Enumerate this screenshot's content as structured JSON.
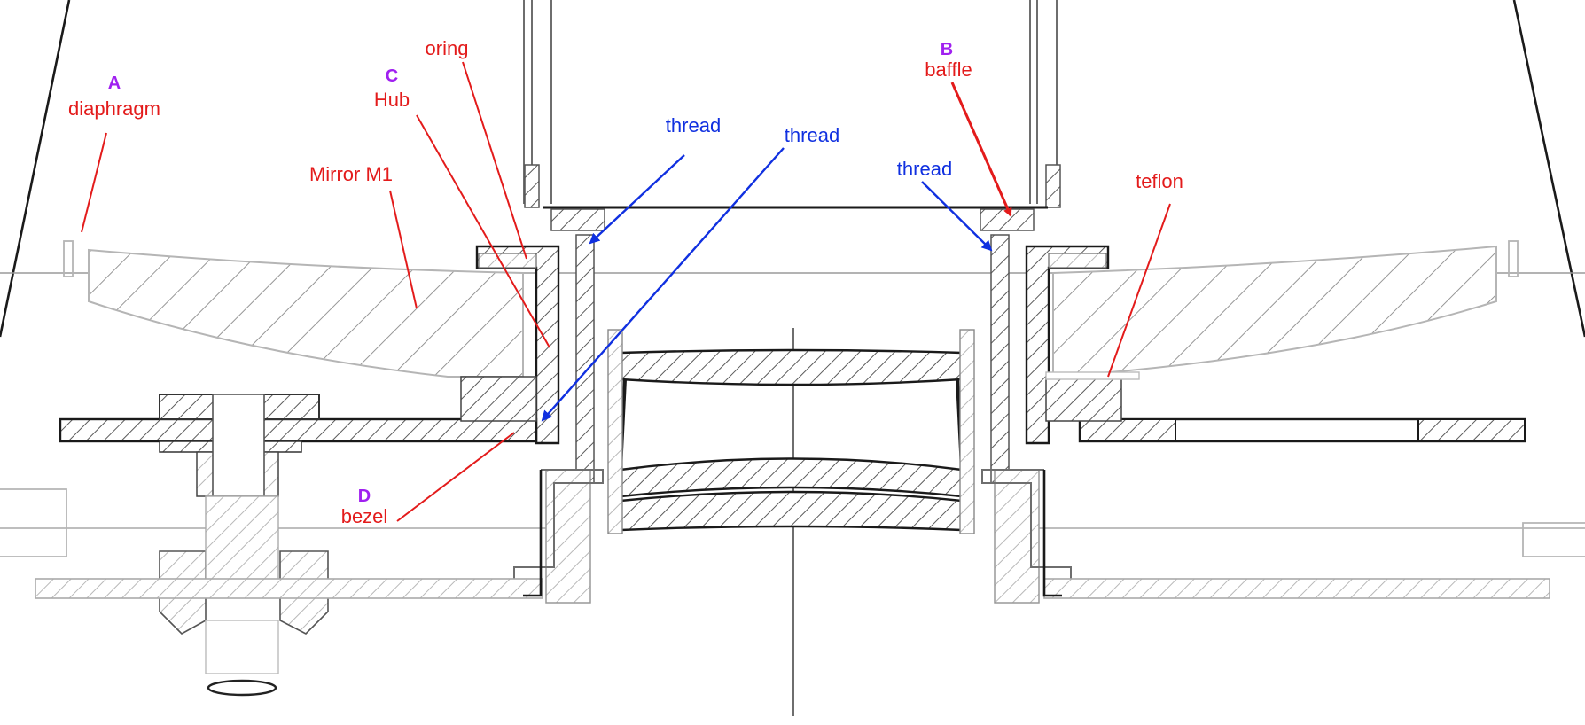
{
  "diagram": {
    "colors": {
      "label_red": "#e31b1b",
      "label_blue": "#1030e0",
      "label_purple": "#a020f0",
      "part_dark": "#1a1a1a",
      "part_mid": "#6e6e6e",
      "part_light": "#b5b5b5"
    },
    "labels": {
      "a_letter": "A",
      "diaphragm": "diaphragm",
      "c_letter": "C",
      "hub": "Hub",
      "oring": "oring",
      "mirror": "Mirror M1",
      "thread_1": "thread",
      "thread_2": "thread",
      "thread_3": "thread",
      "b_letter": "B",
      "baffle": "baffle",
      "teflon": "teflon",
      "d_letter": "D",
      "bezel": "bezel"
    }
  }
}
